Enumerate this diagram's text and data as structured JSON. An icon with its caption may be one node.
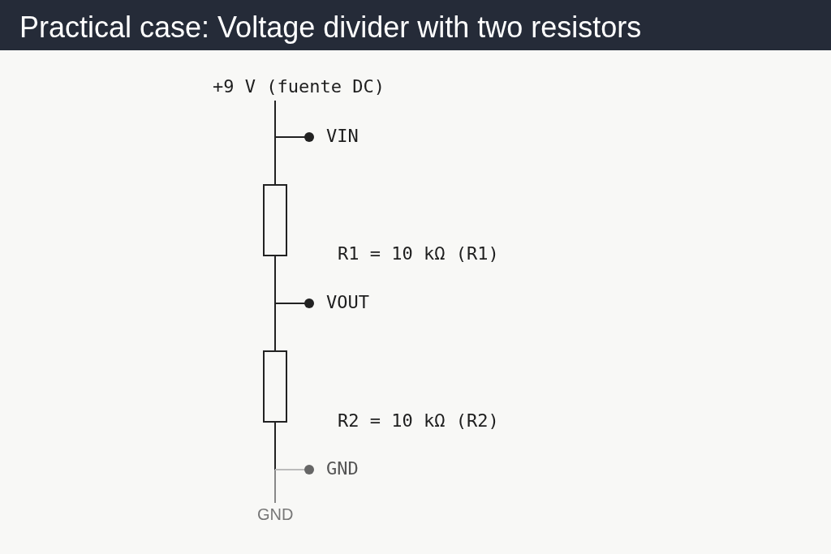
{
  "diagram": {
    "title": "Practical case: Voltage divider with two resistors",
    "labels": [
      "+9 V (fuente DC)",
      "VIN",
      "R1 = 10 kΩ (R1)",
      "VOUT",
      "R2 = 10 kΩ (R2)",
      "GND",
      "GND"
    ]
  }
}
